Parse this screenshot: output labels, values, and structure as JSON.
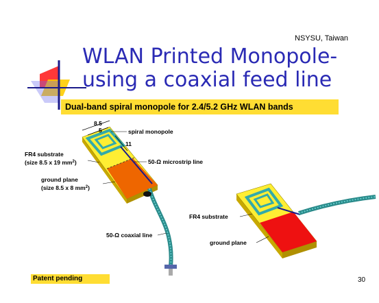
{
  "header": {
    "affiliation": "NSYSU, Taiwan",
    "title_line1": "WLAN Printed Monopole-",
    "title_line2": "using a coaxial feed line",
    "subtitle": "Dual-band spiral monopole for 2.4/5.2 GHz WLAN bands"
  },
  "diagram": {
    "dim_width_outer": "8.5",
    "dim_width_inner": "5",
    "dim_height": "11",
    "label_spiral": "spiral monopole",
    "label_fr4_line1": "FR4 substrate",
    "label_fr4_line2_pre": "(size 8.5 x 19 mm",
    "label_fr4_line2_sup": "2",
    "label_fr4_line2_post": ")",
    "label_microstrip": "50-Ω microstrip line",
    "label_ground_line1": "ground plane",
    "label_ground_line2_pre": "(size 8.5 x 8 mm",
    "label_ground_line2_sup": "2",
    "label_ground_line2_post": ")",
    "label_coax": "50-Ω coaxial line",
    "label_fr4_right": "FR4 substrate",
    "label_ground_right": "ground plane"
  },
  "footer": {
    "patent": "Patent pending",
    "page": "30"
  },
  "colors": {
    "title": "#2a2ab4",
    "band": "#ffdd33",
    "substrate": "#ffee33",
    "ground": "#ee6600",
    "ground_right": "#ee1111",
    "antenna": "#33aaaa"
  }
}
